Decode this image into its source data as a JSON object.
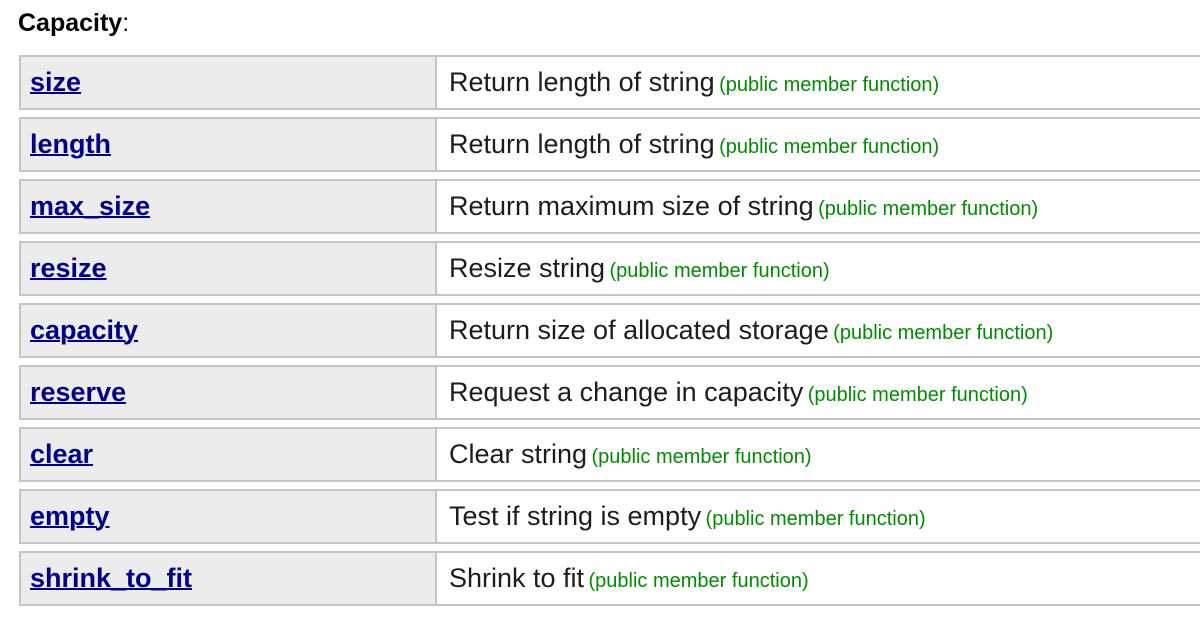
{
  "heading": {
    "label": "Capacity",
    "colon": ":"
  },
  "colors": {
    "link": "#00008B",
    "note_green": "#008C00",
    "left_cell_bg": "#ececec",
    "cell_border": "#c5c5c5",
    "description_text": "#1d1d1d"
  },
  "table": {
    "rows": [
      {
        "name": "size",
        "description": "Return length of string",
        "note": "(public member function)"
      },
      {
        "name": "length",
        "description": "Return length of string",
        "note": "(public member function)"
      },
      {
        "name": "max_size",
        "description": "Return maximum size of string",
        "note": "(public member function)"
      },
      {
        "name": "resize",
        "description": "Resize string",
        "note": "(public member function)"
      },
      {
        "name": "capacity",
        "description": "Return size of allocated storage",
        "note": "(public member function)"
      },
      {
        "name": "reserve",
        "description": "Request a change in capacity",
        "note": "(public member function)"
      },
      {
        "name": "clear",
        "description": "Clear string",
        "note": "(public member function)"
      },
      {
        "name": "empty",
        "description": "Test if string is empty",
        "note": "(public member function)"
      },
      {
        "name": "shrink_to_fit",
        "description": "Shrink to fit",
        "note": "(public member function)"
      }
    ]
  }
}
